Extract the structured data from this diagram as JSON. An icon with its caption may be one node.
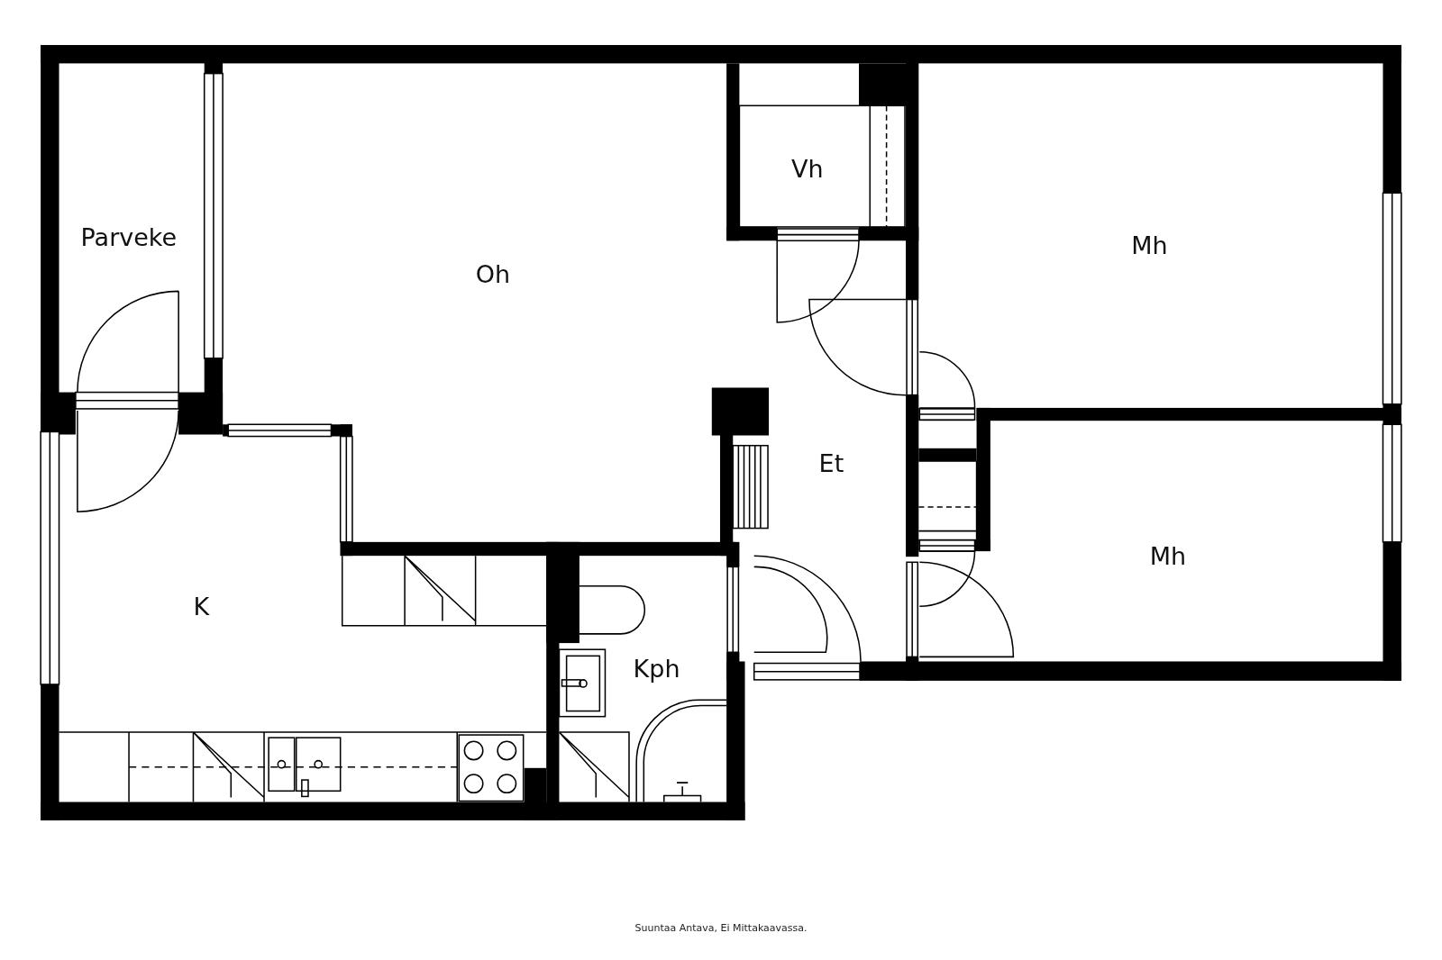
{
  "diagram": {
    "caption": "Suuntaa Antava, Ei Mittakaavassa.",
    "labels": [
      "Vh",
      "Parveke",
      "Mh",
      "Oh",
      "Et",
      "Mh",
      "K",
      "Kph"
    ]
  }
}
